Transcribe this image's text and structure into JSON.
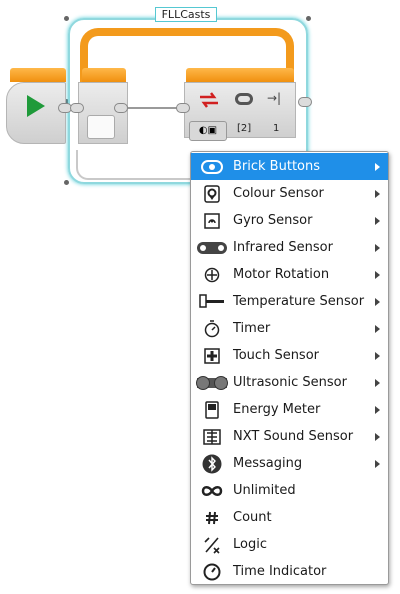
{
  "loop": {
    "label": "FLLCasts"
  },
  "switch_block": {
    "value_bracket": "[2]",
    "value_plain": "1"
  },
  "menu": {
    "items": [
      {
        "label": "Brick Buttons",
        "icon": "brick-buttons-icon",
        "submenu": true,
        "selected": true
      },
      {
        "label": "Colour Sensor",
        "icon": "colour-sensor-icon",
        "submenu": true
      },
      {
        "label": "Gyro Sensor",
        "icon": "gyro-sensor-icon",
        "submenu": true
      },
      {
        "label": "Infrared Sensor",
        "icon": "infrared-sensor-icon",
        "submenu": true
      },
      {
        "label": "Motor Rotation",
        "icon": "motor-rotation-icon",
        "submenu": true
      },
      {
        "label": "Temperature Sensor",
        "icon": "temperature-sensor-icon",
        "submenu": true
      },
      {
        "label": "Timer",
        "icon": "timer-icon",
        "submenu": true
      },
      {
        "label": "Touch Sensor",
        "icon": "touch-sensor-icon",
        "submenu": true
      },
      {
        "label": "Ultrasonic Sensor",
        "icon": "ultrasonic-sensor-icon",
        "submenu": true
      },
      {
        "label": "Energy Meter",
        "icon": "energy-meter-icon",
        "submenu": true
      },
      {
        "label": "NXT Sound Sensor",
        "icon": "nxt-sound-sensor-icon",
        "submenu": true
      },
      {
        "label": "Messaging",
        "icon": "bluetooth-icon",
        "submenu": true
      },
      {
        "label": "Unlimited",
        "icon": "infinity-icon",
        "submenu": false
      },
      {
        "label": "Count",
        "icon": "hash-icon",
        "submenu": false
      },
      {
        "label": "Logic",
        "icon": "logic-icon",
        "submenu": false
      },
      {
        "label": "Time Indicator",
        "icon": "time-indicator-icon",
        "submenu": false
      }
    ]
  },
  "colors": {
    "accent": "#1f8fe8",
    "loop_orange": "#f39a1c",
    "selection": "#4ccbd6",
    "start_green": "#1f9a3a"
  }
}
